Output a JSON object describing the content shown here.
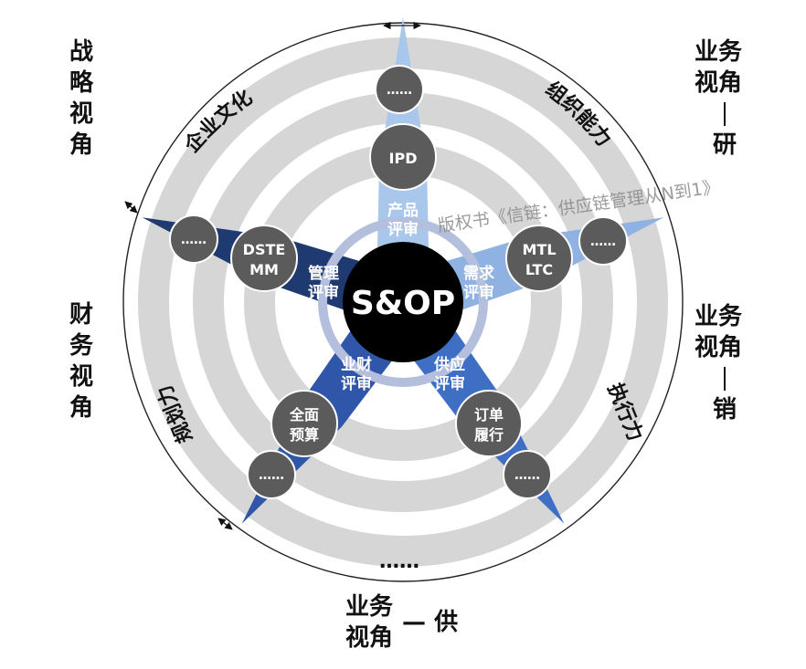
{
  "center_label": "S&OP",
  "reviews": [
    {
      "label_line1": "产品",
      "label_line2": "评审"
    },
    {
      "label_line1": "需求",
      "label_line2": "评审"
    },
    {
      "label_line1": "供应",
      "label_line2": "评审"
    },
    {
      "label_line1": "业财",
      "label_line2": "评审"
    },
    {
      "label_line1": "管理",
      "label_line2": "评审"
    }
  ],
  "nodes": [
    {
      "line1": "IPD",
      "line2": ""
    },
    {
      "line1": "MTL",
      "line2": "LTC"
    },
    {
      "line1": "订单",
      "line2": "履行"
    },
    {
      "line1": "全面",
      "line2": "预算"
    },
    {
      "line1": "DSTE",
      "line2": "MM"
    }
  ],
  "tips": [
    "……",
    "……",
    "……",
    "……",
    "……"
  ],
  "ring_labels": {
    "culture": "企业文化",
    "org_capability": "组织能力",
    "execution": "执行力",
    "planning": "规划力",
    "bottom": "……"
  },
  "corners": {
    "strategy": [
      "战",
      "略",
      "视",
      "角"
    ],
    "finance": [
      "财",
      "务",
      "视",
      "角"
    ],
    "rd": [
      "业",
      "务",
      "视",
      "角",
      "研"
    ],
    "sales": [
      "业",
      "务",
      "视",
      "角",
      "销"
    ],
    "supply_line1": "业务",
    "supply_line2": "视角",
    "supply_suffix": "— 供"
  },
  "watermark": "版权书《信链：供应链管理从N到1》",
  "colors": {
    "ring": "#d6d6d6",
    "node": "#5b5b5b",
    "center": "#000000",
    "spoke_top": "#a9c7ea",
    "spoke_right": "#8fb2e2",
    "spoke_bottom_right": "#3f6fc4",
    "spoke_bottom_left": "#2f56a8",
    "spoke_left": "#1f3a70",
    "inner_ring": "#b3bfdc"
  }
}
